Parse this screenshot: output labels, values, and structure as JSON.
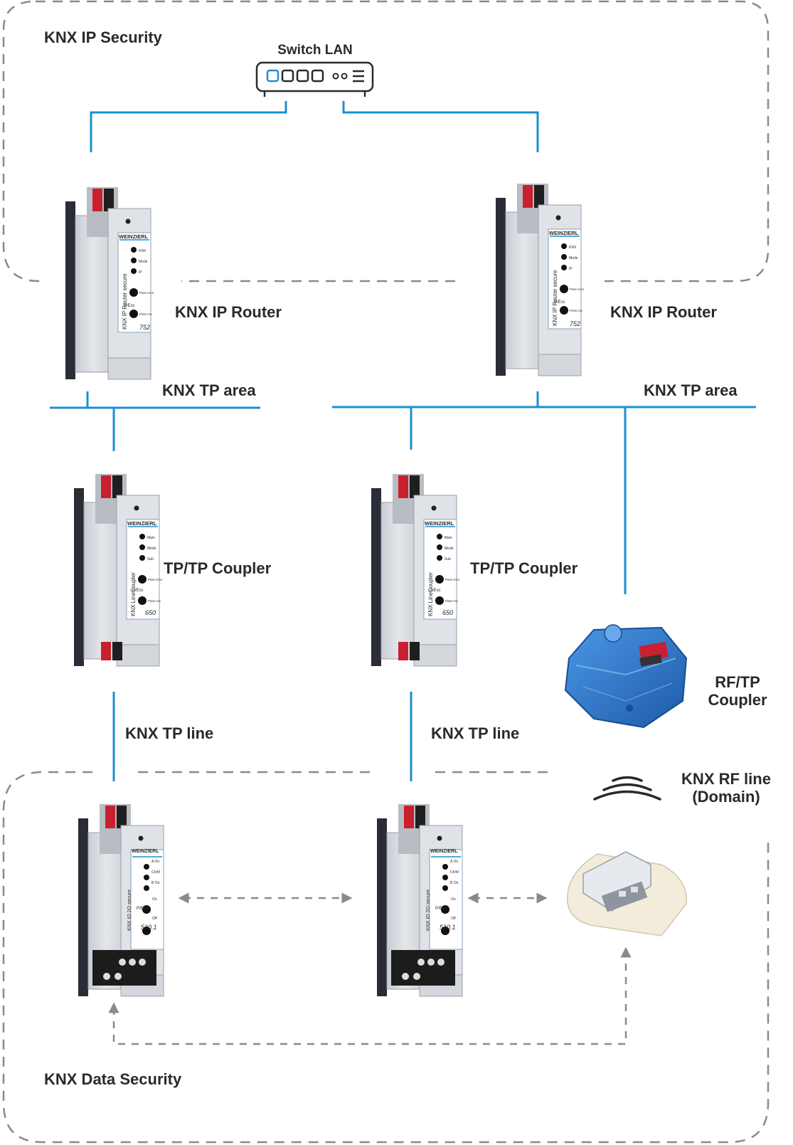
{
  "zones": {
    "ip_security": "KNX IP Security",
    "data_security": "KNX Data Security"
  },
  "switch": {
    "label": "Switch LAN"
  },
  "labels": {
    "router_left": "KNX IP Router",
    "router_right": "KNX IP Router",
    "tp_area_left": "KNX TP area",
    "tp_area_right": "KNX TP area",
    "coupler_left": "TP/TP Coupler",
    "coupler_right": "TP/TP Coupler",
    "rf_coupler_line1": "RF/TP",
    "rf_coupler_line2": "Coupler",
    "tp_line_left": "KNX TP line",
    "tp_line_right": "KNX TP line",
    "rf_line_line1": "KNX RF line",
    "rf_line_line2": "(Domain)"
  },
  "devices": {
    "router": {
      "brand": "WEINZIERL",
      "product": "KNX IP Router secure",
      "model": "752",
      "led_labels": [
        "KNX",
        "Mode",
        "IP"
      ],
      "btn_labels": [
        "Pass GAs",
        "Pass IAs"
      ],
      "mode_label": "P/Esc"
    },
    "coupler": {
      "brand": "WEINZIERL",
      "product": "KNX LineCoupler",
      "model": "650",
      "led_labels": [
        "Main",
        "Mode",
        "Sub"
      ],
      "btn_labels": [
        "Pass GAs",
        "Pass IAs"
      ],
      "mode_label": "P/Esc"
    },
    "io": {
      "brand": "WEINZIERL",
      "product": "KNX IO 2O secure",
      "model": "510.1",
      "led_labels": [
        "A On",
        "Ch/M",
        "B On"
      ],
      "btn_labels": [
        "On",
        "Off"
      ],
      "mode_label": "P/Esc"
    }
  },
  "colors": {
    "bus_line": "#1b8fd0",
    "dashed": "#8a8a8a",
    "text": "#2a2a2a",
    "rf_coupler_body": "#2d74c9",
    "terminal_red": "#c8202e"
  }
}
